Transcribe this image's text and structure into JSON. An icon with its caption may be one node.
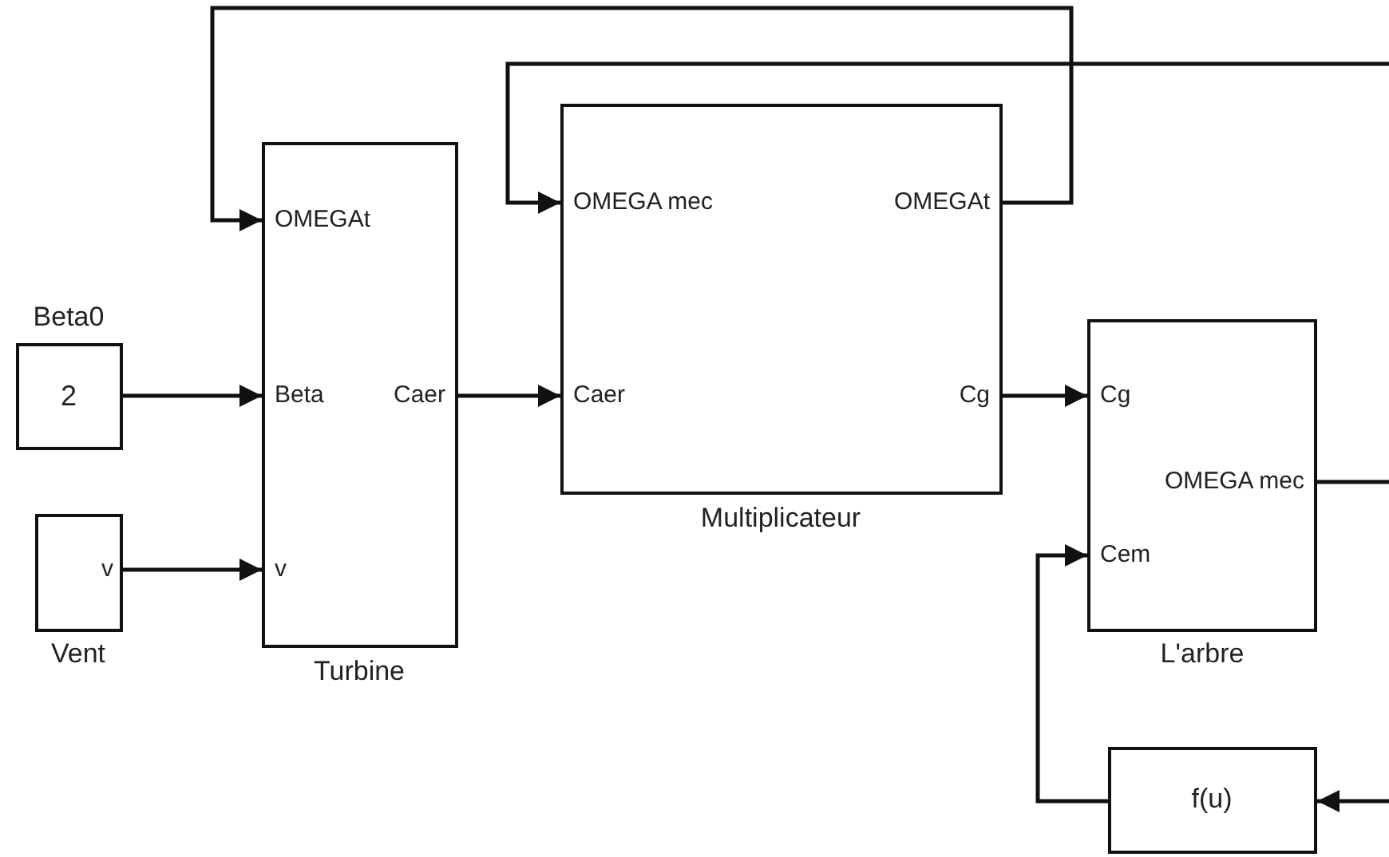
{
  "diagram": {
    "nodes": [
      {
        "text": [
          "Beta0",
          "2"
        ]
      },
      {
        "text": [
          "v",
          "Vent"
        ]
      },
      {
        "text": [
          "OMEGAt",
          "Beta",
          "Caer",
          "v",
          "Turbine"
        ]
      },
      {
        "text": [
          "OMEGA mec",
          "OMEGAt",
          "Caer",
          "Cg",
          "Multiplicateur"
        ]
      },
      {
        "text": [
          "Cg",
          "OMEGA mec",
          "Cem",
          "L'arbre"
        ]
      },
      {
        "text": [
          "f(u)"
        ]
      }
    ],
    "edges": [
      {
        "from": 0,
        "to": 2,
        "arrow": "to"
      },
      {
        "from": 1,
        "to": 2,
        "arrow": "to"
      },
      {
        "from": 2,
        "to": 3,
        "arrow": "to"
      },
      {
        "from": 3,
        "to": 4,
        "arrow": "to"
      },
      {
        "from": 3,
        "to": 2,
        "arrow": "to"
      },
      {
        "from": null,
        "to": 3,
        "arrow": "to"
      },
      {
        "from": 4,
        "to": null,
        "arrow": "none"
      },
      {
        "from": null,
        "to": 5,
        "arrow": "to"
      },
      {
        "from": 5,
        "to": 4,
        "arrow": "to"
      }
    ]
  }
}
